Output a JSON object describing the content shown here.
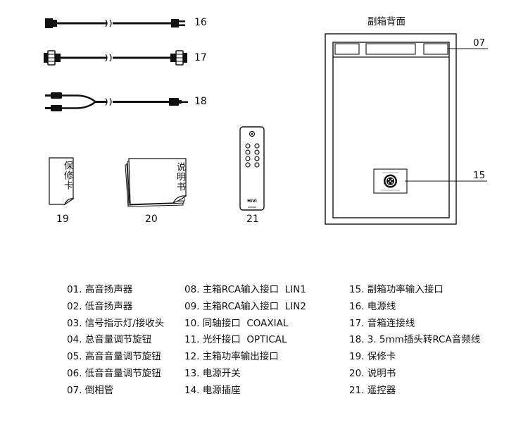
{
  "diagram": {
    "cable_labels": [
      "16",
      "17",
      "18"
    ],
    "accessory_labels": [
      "19",
      "20",
      "21"
    ],
    "warranty_card_text": "保修卡",
    "manual_text": "说明书",
    "remote_brand": "HiVi",
    "sub_rear_title": "副箱背面",
    "callout_07": "07",
    "callout_15": "15"
  },
  "legend": {
    "col1": [
      "01. 高音扬声器",
      "02. 低音扬声器",
      "03. 信号指示灯/接收头",
      "04. 总音量调节旋钮",
      "05. 高音音量调节旋钮",
      "06. 低音音量调节旋钮",
      "07. 倒相管"
    ],
    "col2": [
      "08. 主箱RCA输入接口  LIN1",
      "09. 主箱RCA输入接口  LIN2",
      "10. 同轴接口  COAXIAL",
      "11. 光纤接口  OPTICAL",
      "12. 主箱功率输出接口",
      "13. 电源开关",
      "14. 电源插座"
    ],
    "col3": [
      "15. 副箱功率输入接口",
      "16. 电源线",
      "17. 音箱连接线",
      "18. 3. 5mm插头转RCA音频线",
      "19. 保修卡",
      "20. 说明书",
      "21. 遥控器"
    ]
  }
}
